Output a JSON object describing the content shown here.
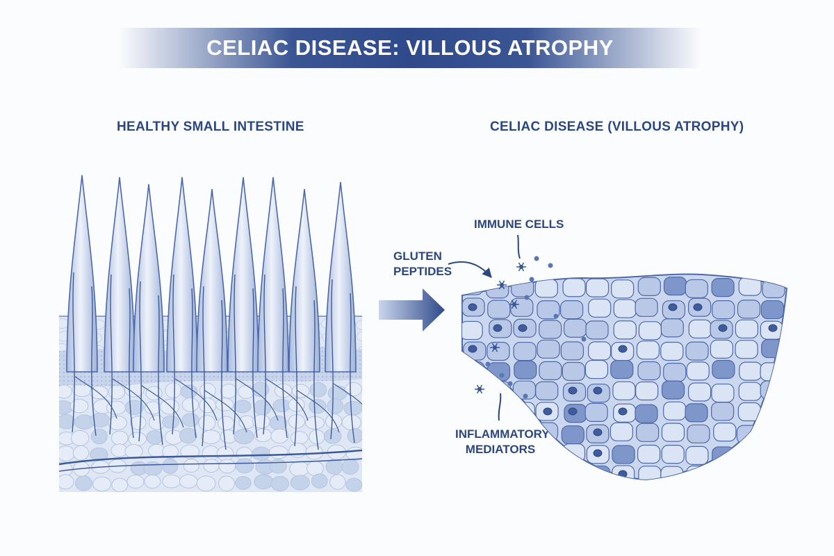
{
  "title": "CELIAC DISEASE: VILLOUS ATROPHY",
  "panels": {
    "healthy": {
      "heading": "HEALTHY SMALL INTESTINE"
    },
    "celiac": {
      "heading": "CELIAC DISEASE (VILLOUS ATROPHY)"
    }
  },
  "callouts": {
    "immune_cells": "IMMUNE CELLS",
    "gluten_line1": "GLUTEN",
    "gluten_line2": "PEPTIDES",
    "inflammatory_line1": "INFLAMMATORY",
    "inflammatory_line2": "MEDIATORS"
  },
  "colors": {
    "ink": "#2c4680",
    "tissue_light": "#dde6f4",
    "tissue_mid": "#aebfe0",
    "cell_dark": "#6d87c0",
    "title_band": "#2f4a8a"
  }
}
